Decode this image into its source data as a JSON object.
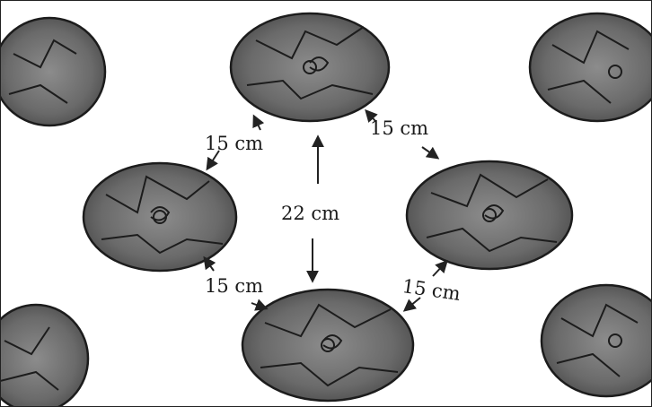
{
  "labels": {
    "top_left_gap": "15 cm",
    "top_right_gap": "15 cm",
    "row_gap": "22 cm",
    "bottom_left_gap": "15 cm",
    "bottom_right_gap": "15 cm"
  },
  "colors": {
    "plant_fill": "#6e6e6e",
    "plant_outline": "#1c1c1c",
    "arrow": "#222222",
    "background": "#ffffff"
  }
}
